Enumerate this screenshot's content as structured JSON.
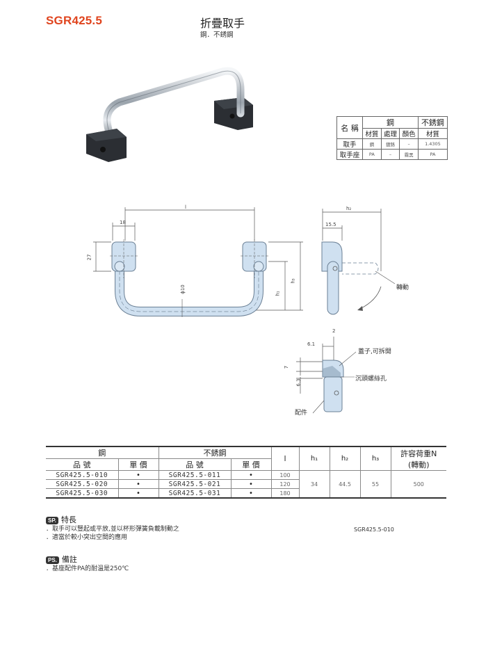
{
  "header": {
    "code": "SGR425.5",
    "title": "折疊取手",
    "subtitle": "鋼．不銹鋼"
  },
  "material_table": {
    "name_label": "名 稱",
    "steel_label": "鋼",
    "stainless_label": "不銹鋼",
    "sub_headers": [
      "材質",
      "處理",
      "顏色",
      "材質"
    ],
    "rows": [
      {
        "name": "取手",
        "c1": "鋼",
        "c2": "鍍鉻",
        "c3": "–",
        "c4": "1.4305"
      },
      {
        "name": "取手座",
        "c1": "PA",
        "c2": "–",
        "c3": "霧黑",
        "c4": "PA"
      }
    ]
  },
  "drawing": {
    "dim_l": "l",
    "dim_18": "18",
    "dim_27": "27",
    "dim_d10": "ϕ10",
    "dim_h1": "h₁",
    "dim_h3": "h₃",
    "dim_h2": "h₂",
    "dim_15_5": "15.5",
    "rotate_label": "轉動",
    "dim_2": "2",
    "dim_6_1": "6.1",
    "dim_7": "7",
    "dim_6_3": "6.3",
    "cap_label": "蓋子,可拆開",
    "hole_label": "沉頭螺絲孔",
    "part_label": "配件"
  },
  "spec_table": {
    "steel_label": "鋼",
    "stainless_label": "不銹鋼",
    "part_no_label": "品 號",
    "unit_price_label": "單 價",
    "l_label": "l",
    "h1_label": "h₁",
    "h2_label": "h₂",
    "h3_label": "h₃",
    "load_label_1": "許容荷重N",
    "load_label_2": "(轉動)",
    "rows": [
      {
        "steel_no": "SGR425.5-010",
        "steel_price": "•",
        "ss_no": "SGR425.5-011",
        "ss_price": "•",
        "l": "100"
      },
      {
        "steel_no": "SGR425.5-020",
        "steel_price": "•",
        "ss_no": "SGR425.5-021",
        "ss_price": "•",
        "l": "120"
      },
      {
        "steel_no": "SGR425.5-030",
        "steel_price": "•",
        "ss_no": "SGR425.5-031",
        "ss_price": "•",
        "l": "180"
      }
    ],
    "h1": "34",
    "h2": "44.5",
    "h3": "55",
    "load": "500"
  },
  "features": {
    "badge": "SP.",
    "title": "特長",
    "items": [
      "．取手可以豎起或平放,並以杯形彈簧負載制動之",
      "．適當於較小突出空間的應用"
    ],
    "caption": "SGR425.5-010"
  },
  "notes": {
    "badge": "PS.",
    "title": "備註",
    "items": [
      "．基座配件PA的耐溫是250℃"
    ]
  },
  "colors": {
    "accent": "#e0451f",
    "part_fill": "#cfe0f0",
    "part_stroke": "#6a7f94"
  }
}
